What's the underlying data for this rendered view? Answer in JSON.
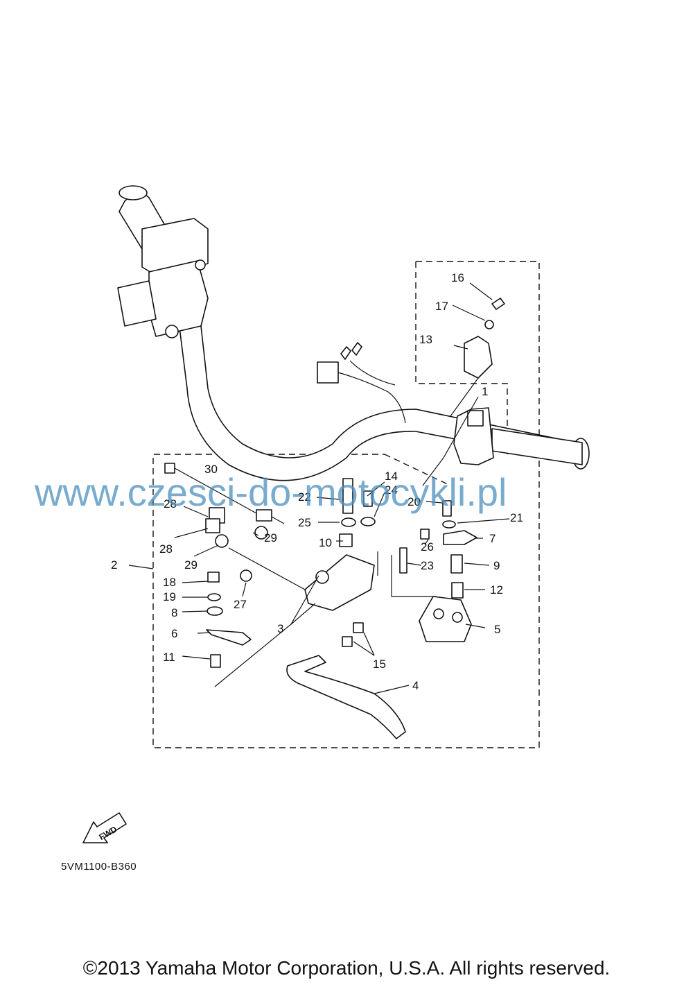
{
  "diagram": {
    "callouts": [
      {
        "n": "1"
      },
      {
        "n": "2"
      },
      {
        "n": "3"
      },
      {
        "n": "4"
      },
      {
        "n": "5"
      },
      {
        "n": "6"
      },
      {
        "n": "7"
      },
      {
        "n": "8"
      },
      {
        "n": "9"
      },
      {
        "n": "10"
      },
      {
        "n": "11"
      },
      {
        "n": "12"
      },
      {
        "n": "13"
      },
      {
        "n": "14"
      },
      {
        "n": "15"
      },
      {
        "n": "16"
      },
      {
        "n": "17"
      },
      {
        "n": "18"
      },
      {
        "n": "19"
      },
      {
        "n": "20"
      },
      {
        "n": "21"
      },
      {
        "n": "22"
      },
      {
        "n": "23"
      },
      {
        "n": "24"
      },
      {
        "n": "25"
      },
      {
        "n": "26"
      },
      {
        "n": "27"
      },
      {
        "n": "28"
      },
      {
        "n": "28"
      },
      {
        "n": "29"
      },
      {
        "n": "29"
      },
      {
        "n": "30"
      }
    ],
    "fwd_label": "FWD",
    "diagram_code": "5VM1100-B360"
  },
  "watermark": "www.czesci-do-motocykli.pl",
  "copyright": "©2013 Yamaha Motor Corporation, U.S.A. All rights reserved.",
  "colors": {
    "watermark": "#4b8fbd",
    "lines": "#111111",
    "background": "#ffffff"
  }
}
